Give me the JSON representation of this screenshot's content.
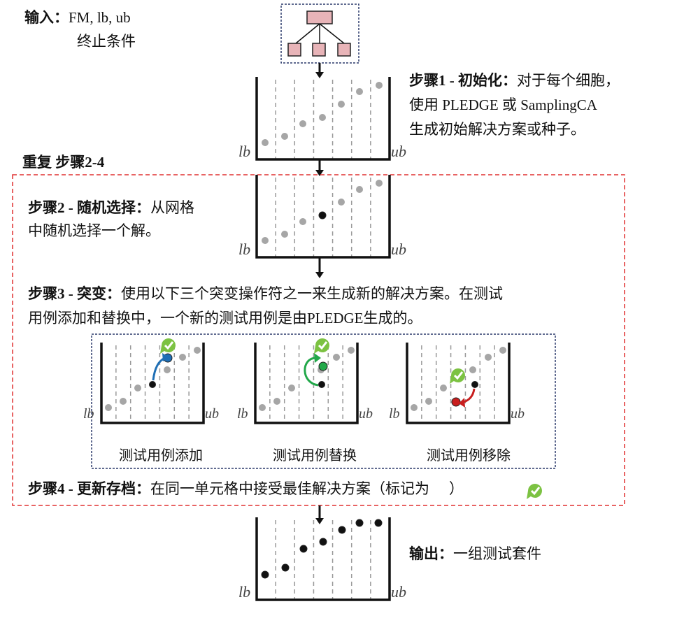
{
  "input": {
    "label": "输入：",
    "params": "FM, lb, ub",
    "stop": "终止条件"
  },
  "repeat_label": "重复 步骤2-4",
  "step1": {
    "title": "步骤1 - 初始化：",
    "lines": [
      "对于每个细胞，",
      "使用 PLEDGE 或 SamplingCA",
      "生成初始解决方案或种子。"
    ]
  },
  "step2": {
    "title": "步骤2 - 随机选择：",
    "lines": [
      "从网格",
      "中随机选择一个解。"
    ]
  },
  "step3": {
    "title": "步骤3 - 突变：",
    "lines": [
      "使用以下三个突变操作符之一来生成新的解决方案。在测试",
      "用例添加和替换中，一个新的测试用例是由PLEDGE生成的。"
    ]
  },
  "operators": [
    "测试用例添加",
    "测试用例替换",
    "测试用例移除"
  ],
  "step4": {
    "title": "步骤4 - 更新存档：",
    "text": "在同一单元格中接受最佳解决方案（标记为",
    "close": "）"
  },
  "output": {
    "label": "输出：",
    "text": "一组测试套件"
  },
  "axis": {
    "lower": "lb",
    "upper": "ub"
  },
  "colors": {
    "gray_point": "#a6a6a6",
    "add": "#1f6fb5",
    "replace": "#22a84a",
    "remove": "#c81e1e",
    "check": "#7cc242",
    "loop_border": "#e03030",
    "ops_border": "#2b3a6b",
    "tree_fill": "#e8b4b8"
  }
}
